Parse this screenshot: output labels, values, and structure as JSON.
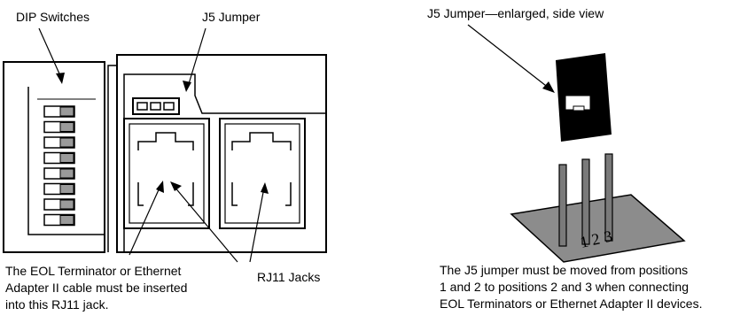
{
  "labels": {
    "dip_switches": "DIP Switches",
    "j5_jumper": "J5 Jumper",
    "j5_enlarged": "J5 Jumper—enlarged, side view",
    "rj11_jacks": "RJ11 Jacks",
    "eol_note": [
      "The EOL Terminator or Ethernet",
      "Adapter II cable must be inserted",
      "into this RJ11 jack."
    ],
    "jumper_note": [
      "The J5 jumper must be moved from positions",
      "1 and 2 to positions 2 and 3 when connecting",
      "EOL Terminators or Ethernet Adapter II devices."
    ],
    "pin_numbers": [
      "1",
      "2",
      "3"
    ]
  },
  "dip_switch_count": 8,
  "colors": {
    "line": "#000000",
    "switch_fill": "#9a9a9a",
    "base_plate": "#8c8c8c",
    "pin": "#7a7a7a",
    "jumper_body": "#000000"
  }
}
